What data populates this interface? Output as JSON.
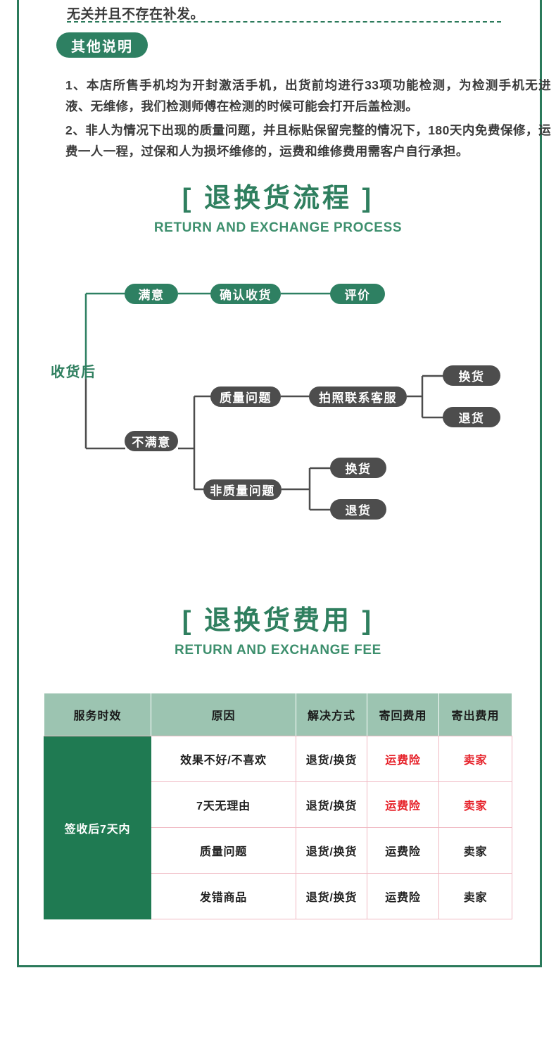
{
  "frame": {
    "border_color": "#2b7a5b"
  },
  "top_note": {
    "tail_line": "无关并且不存在补发。",
    "badge_label": "其他说明",
    "paragraphs": [
      "1、本店所售手机均为开封激活手机，出货前均进行33项功能检测，为检测手机无进液、无维修，我们检测师傅在检测的时候可能会打开后盖检测。",
      "2、非人为情况下出现的质量问题，并且标贴保留完整的情况下，180天内免费保修，运费一人一程，过保和人为损坏维修的，运费和维修费用需客户自行承担。"
    ]
  },
  "sections": {
    "process": {
      "title_cn": "[ 退换货流程 ]",
      "title_en": "RETURN AND EXCHANGE PROCESS"
    },
    "fee": {
      "title_cn": "[ 退换货费用 ]",
      "title_en": "RETURN AND EXCHANGE FEE"
    }
  },
  "flowchart": {
    "root_label": "收货后",
    "colors": {
      "green": "#2e8062",
      "gray": "#4d4d4d",
      "line_green": "#2e8062",
      "line_gray": "#4d4d4d"
    },
    "nodes": {
      "satisfied": "满意",
      "confirm_receipt": "确认收货",
      "review": "评价",
      "not_satisfied": "不满意",
      "quality_issue": "质量问题",
      "photo_contact_service": "拍照联系客服",
      "exchange_q": "换货",
      "return_q": "退货",
      "non_quality_issue": "非质量问题",
      "exchange_nq": "换货",
      "return_nq": "退货"
    }
  },
  "fee_table": {
    "headers": [
      "服务时效",
      "原因",
      "解决方式",
      "寄回费用",
      "寄出费用"
    ],
    "period_label": "签收后7天内",
    "rows": [
      {
        "reason": "效果不好/不喜欢",
        "solution": "退货/换货",
        "return_fee": "运费险",
        "ship_fee": "卖家",
        "highlight": true
      },
      {
        "reason": "7天无理由",
        "solution": "退货/换货",
        "return_fee": "运费险",
        "ship_fee": "卖家",
        "highlight": true
      },
      {
        "reason": "质量问题",
        "solution": "退货/换货",
        "return_fee": "运费险",
        "ship_fee": "卖家",
        "highlight": false
      },
      {
        "reason": "发错商品",
        "solution": "退货/换货",
        "return_fee": "运费险",
        "ship_fee": "卖家",
        "highlight": false
      }
    ],
    "colors": {
      "header_bg": "#9cc4b1",
      "period_bg": "#1f7a52",
      "grid": "#f0b9c3",
      "highlight_text": "#e62129"
    }
  }
}
